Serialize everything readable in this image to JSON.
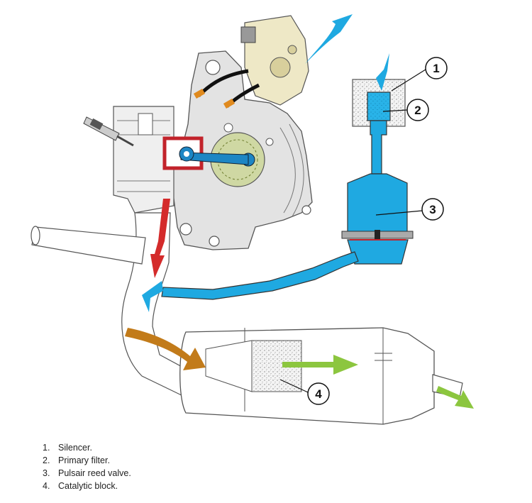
{
  "callouts": [
    {
      "number": "1"
    },
    {
      "number": "2"
    },
    {
      "number": "3"
    },
    {
      "number": "4"
    }
  ],
  "legend": [
    {
      "number": "1.",
      "text": "Silencer."
    },
    {
      "number": "2.",
      "text": "Primary filter."
    },
    {
      "number": "3.",
      "text": "Pulsair reed valve."
    },
    {
      "number": "4.",
      "text": "Catalytic block."
    }
  ],
  "colors": {
    "fresh_air": "#1fa9e1",
    "exhaust_hot": "#d42b2b",
    "exhaust_mixed": "#c27b1a",
    "exhaust_clean": "#8cc63f",
    "engine_fill": "#e3e3e3",
    "engine_outline": "#555555",
    "carburettor": "#eee8c6"
  },
  "icons": [
    "air-intake-arrow",
    "filter-air-arrow",
    "exhaust-arrow",
    "mixed-flow-arrow",
    "clean-exhaust-arrow",
    "outlet-arrow",
    "spark-plug-icon"
  ]
}
